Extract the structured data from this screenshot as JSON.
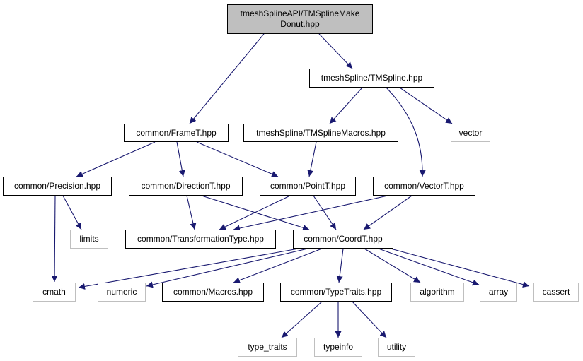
{
  "colors": {
    "edge": "#191970",
    "root_fill": "#bfbfbf",
    "system_border": "#bfbfbf",
    "local_border": "#000000"
  },
  "nodes": {
    "root": "tmeshSplineAPI/TMSplineMake\nDonut.hpp",
    "tmspline": "tmeshSpline/TMSpline.hpp",
    "framet": "common/FrameT.hpp",
    "tmsplinemacros": "tmeshSpline/TMSplineMacros.hpp",
    "vector": "vector",
    "precision": "common/Precision.hpp",
    "directiont": "common/DirectionT.hpp",
    "pointt": "common/PointT.hpp",
    "vectort": "common/VectorT.hpp",
    "limits": "limits",
    "transformationtype": "common/TransformationType.hpp",
    "coordt": "common/CoordT.hpp",
    "cmath": "cmath",
    "numeric": "numeric",
    "macros": "common/Macros.hpp",
    "typetraits": "common/TypeTraits.hpp",
    "algorithm": "algorithm",
    "array": "array",
    "cassert": "cassert",
    "type_traits": "type_traits",
    "typeinfo": "typeinfo",
    "utility": "utility"
  }
}
